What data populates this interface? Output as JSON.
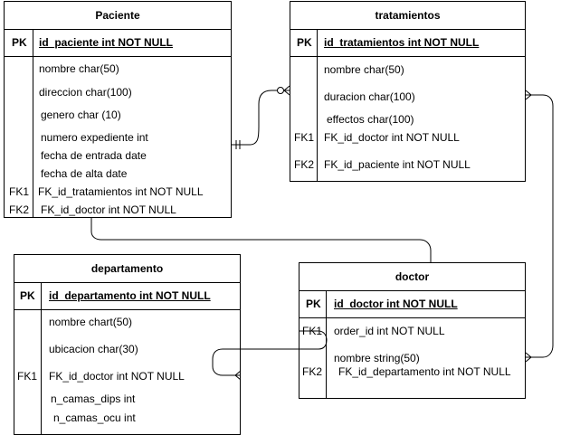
{
  "tables": {
    "paciente": {
      "title": "Paciente",
      "pk_key": "PK",
      "pk_field": "id_paciente int NOT NULL",
      "fields": [
        "nombre char(50)",
        "direccion char(100)",
        "genero char (10)",
        "numero expediente int",
        "fecha de entrada date",
        "fecha de alta date",
        "FK_id_tratamientos int NOT NULL",
        "FK_id_doctor int NOT NULL"
      ],
      "keys": [
        "FK1",
        "FK2"
      ]
    },
    "tratamientos": {
      "title": "tratamientos",
      "pk_key": "PK",
      "pk_field": "id_tratamientos int NOT NULL",
      "fields": [
        "nombre char(50)",
        "duracion char(100)",
        "effectos char(100)",
        "FK_id_doctor int NOT NULL",
        "FK_id_paciente int NOT NULL"
      ],
      "keys": [
        "FK1",
        "FK2"
      ]
    },
    "departamento": {
      "title": "departamento",
      "pk_key": "PK",
      "pk_field": "id_departamento int NOT NULL",
      "fields": [
        "nombre chart(50)",
        "ubicacion char(30)",
        "FK_id_doctor int NOT NULL",
        "n_camas_dips int",
        "n_camas_ocu int"
      ],
      "keys": [
        "FK1"
      ]
    },
    "doctor": {
      "title": "doctor",
      "pk_key": "PK",
      "pk_field": "id_doctor int NOT NULL",
      "fields": [
        "order_id int NOT NULL",
        "nombre string(50)",
        "FK_id_departamento int NOT NULL"
      ],
      "keys": [
        "FK1",
        "FK2"
      ]
    }
  },
  "relationships": [
    {
      "from": "Paciente",
      "to": "tratamientos",
      "from_end": "one-mandatory",
      "to_end": "zero-or-many"
    },
    {
      "from": "tratamientos",
      "to": "doctor",
      "from_end": "many",
      "to_end": "many"
    },
    {
      "from": "Paciente",
      "to": "doctor",
      "from_end": "none",
      "to_end": "none"
    },
    {
      "from": "doctor",
      "to": "departamento",
      "from_end": "none",
      "to_end": "many"
    }
  ]
}
